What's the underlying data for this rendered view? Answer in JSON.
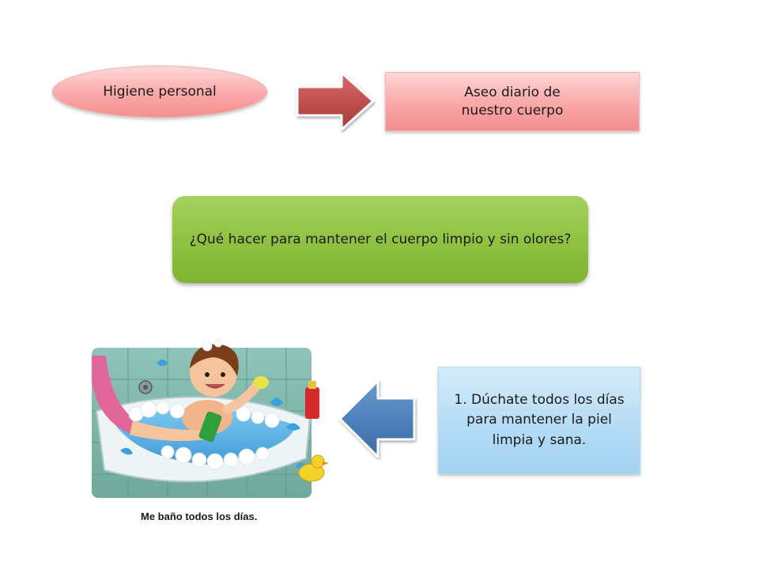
{
  "diagram": {
    "topic": "Higiene personal",
    "definition": "Aseo diario de\nnuestro cuerpo",
    "question": "¿Qué hacer para mantener el cuerpo limpio y sin olores?",
    "step_1": "1. Dúchate todos los días para mantener la piel limpia y sana."
  },
  "illustration": {
    "caption": "Me baño todos los días."
  },
  "colors": {
    "red_arrow": "#c0504d",
    "blue_arrow": "#4f81bd",
    "green_box": "#8ec13f",
    "pink_box": "#f9a7a7",
    "light_blue_box": "#b5dcf6"
  }
}
